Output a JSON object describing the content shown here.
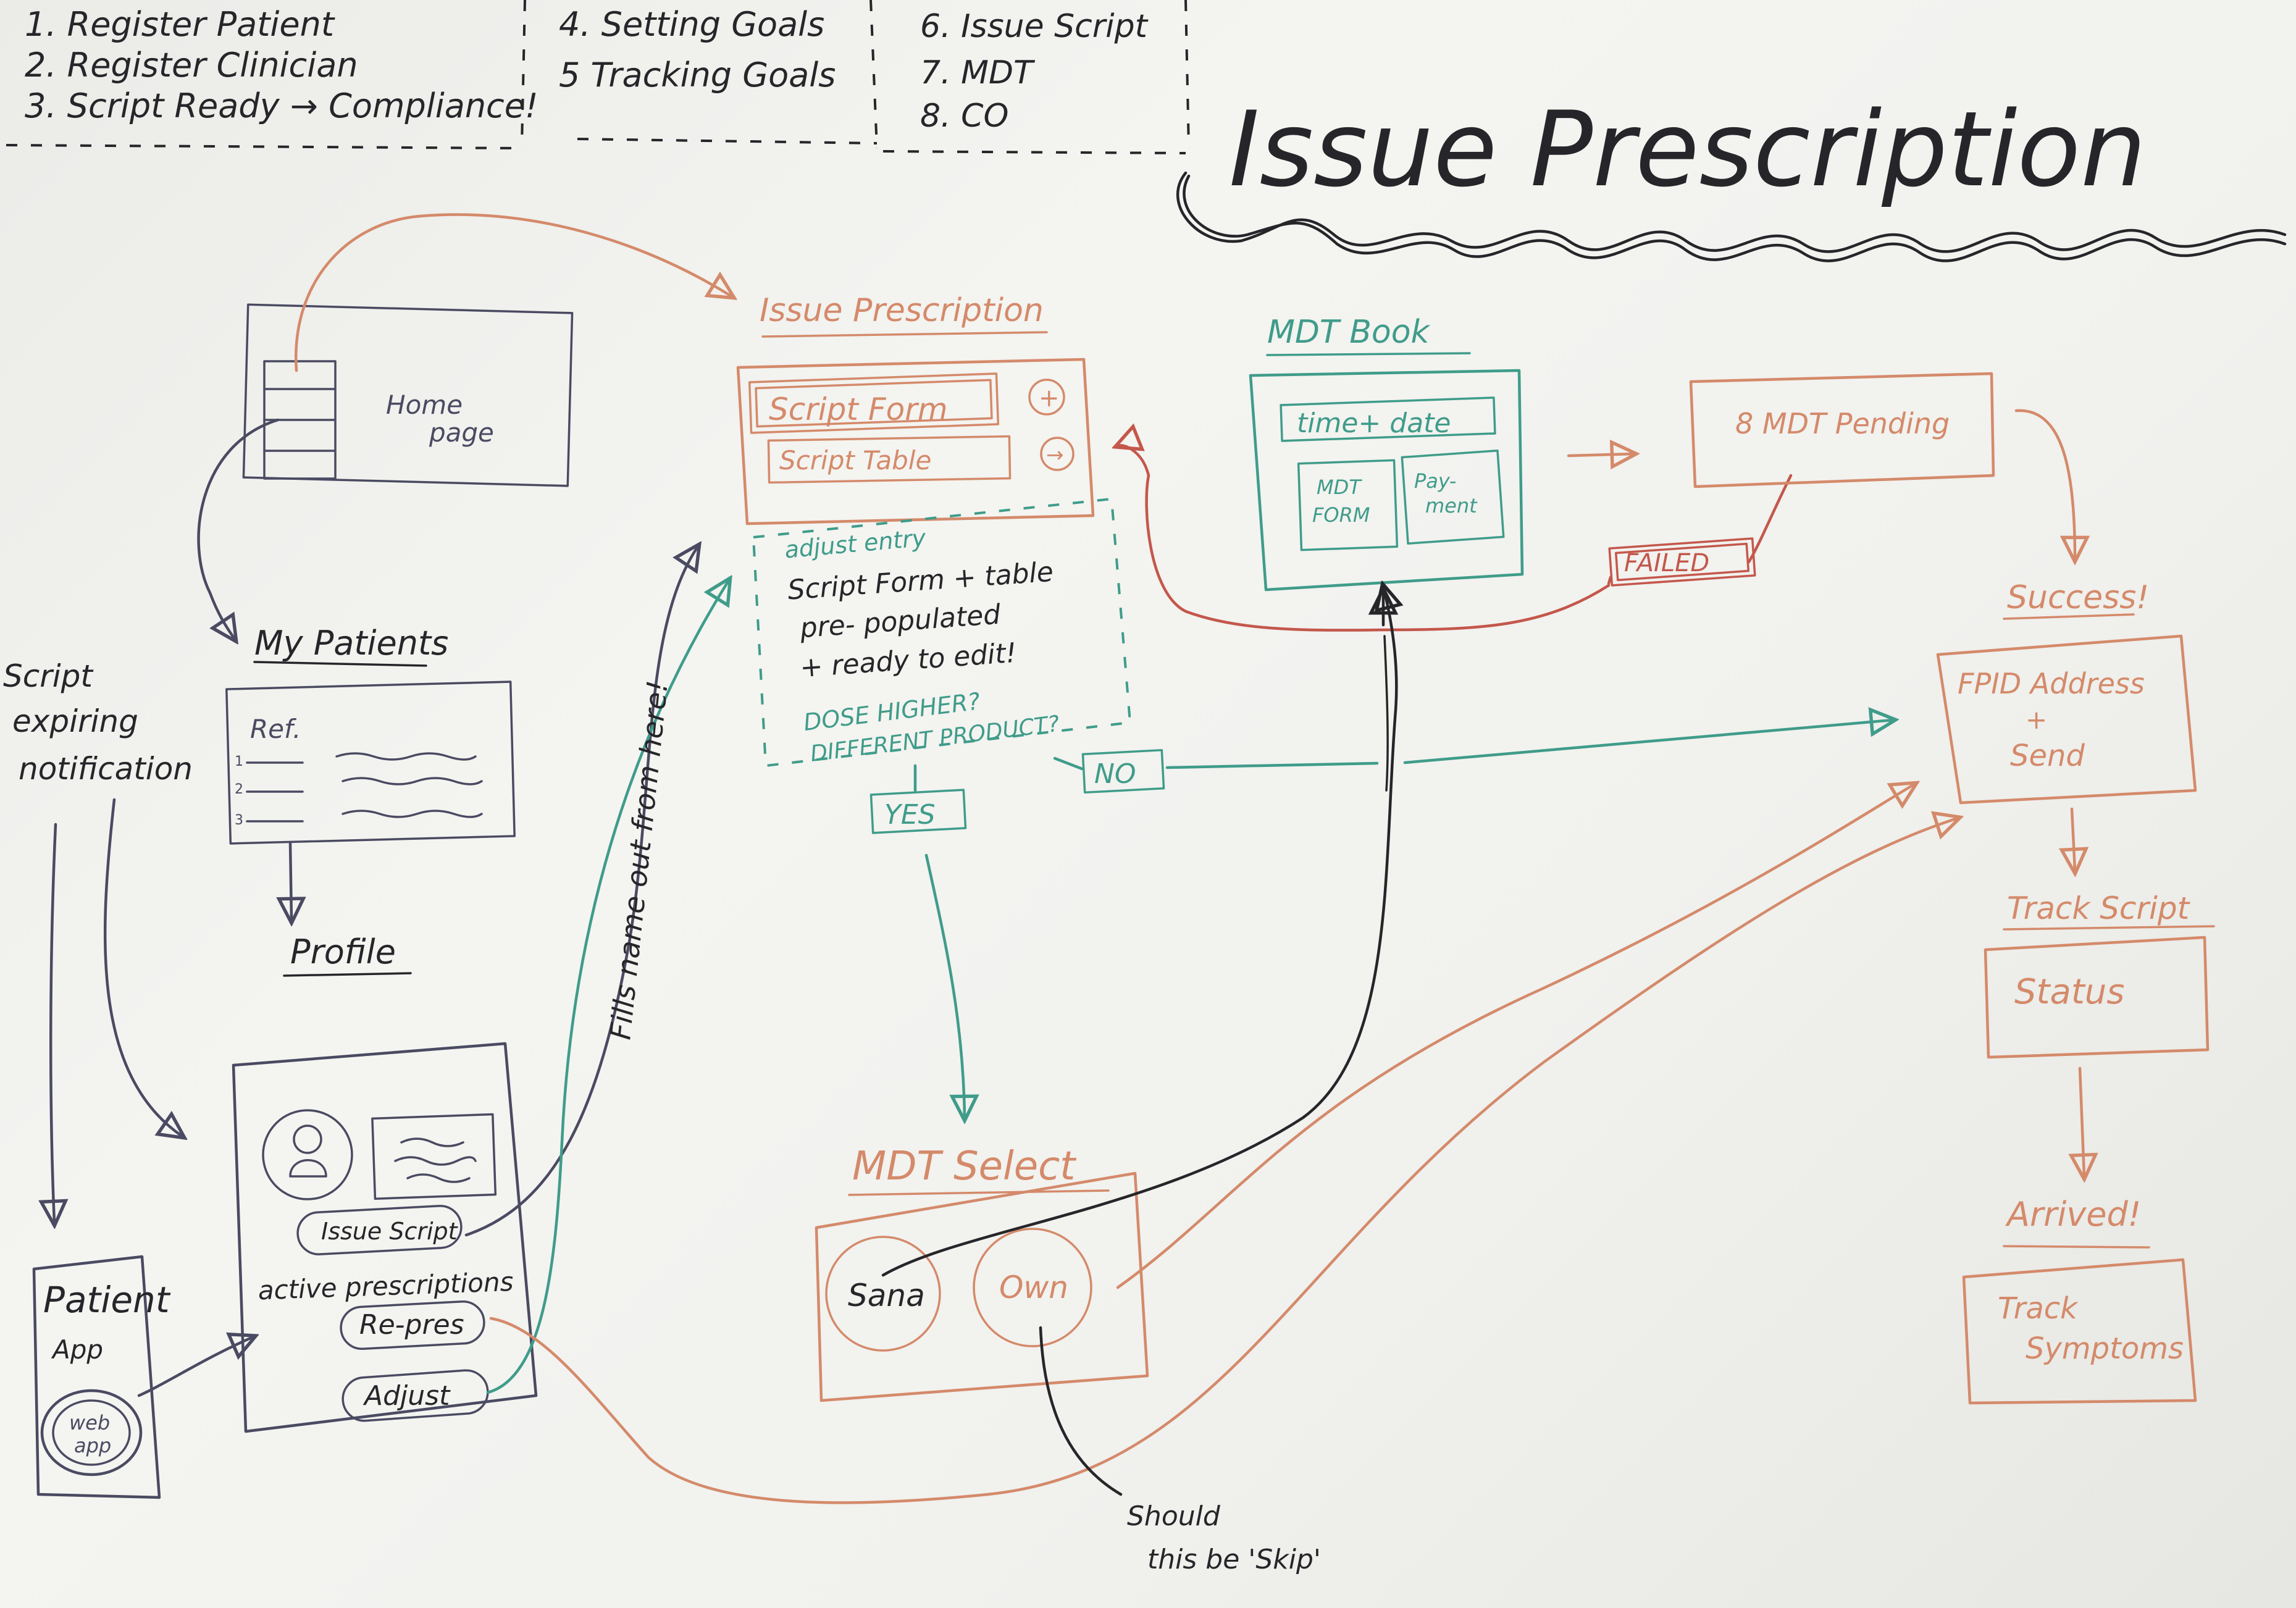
{
  "legend": {
    "col1": [
      "1. Register Patient",
      "2. Register Clinician",
      "3. Script Ready → Compliance!"
    ],
    "col2": [
      "4. Setting Goals",
      "5  Tracking Goals"
    ],
    "col3": [
      "6. Issue Script",
      "7. MDT",
      "8. CO"
    ]
  },
  "page_title": "Issue Prescription",
  "home": {
    "label_1": "Home",
    "label_2": "page"
  },
  "my_patients": {
    "title": "My Patients",
    "ref": "Ref.",
    "rows": [
      "1",
      "2",
      "3"
    ]
  },
  "profile": "Profile",
  "script_notification": [
    "Script",
    "expiring",
    "notification"
  ],
  "patient_app": {
    "label_1": "Patient",
    "label_2": "App",
    "badge_1": "web",
    "badge_2": "app"
  },
  "patient_profile": {
    "issue_script": "Issue Script",
    "active_title": "active prescriptions",
    "re_pres": "Re-pres",
    "adjust": "Adjust"
  },
  "fills_name": "Fills name out from here!",
  "issue_prescription": {
    "title": "Issue Prescription",
    "script_form": "Script  Form",
    "script_table": "Script  Table",
    "plus": "+",
    "arrow": "→"
  },
  "adjust_entry": {
    "heading": "adjust entry",
    "lines": [
      "Script Form + table",
      "pre- populated",
      "+ ready to edit!"
    ],
    "question_1": "DOSE HIGHER?",
    "question_2": "DIFFERENT PRODUCT?"
  },
  "yes": "YES",
  "no": "NO",
  "mdt_book": {
    "title": "MDT Book",
    "time_date": "time+ date",
    "mdt_form_1": "MDT",
    "mdt_form_2": "FORM",
    "payment_1": "Pay-",
    "payment_2": "ment"
  },
  "mdt_pending": "8  MDT Pending",
  "failed": "FAILED",
  "success": "Success!",
  "fpid": {
    "line1": "FPID Address",
    "plus": "+",
    "line2": "Send"
  },
  "track_script": {
    "title": "Track Script",
    "status": "Status"
  },
  "arrived": {
    "title": "Arrived!",
    "line1": "Track",
    "line2": "Symptoms"
  },
  "mdt_select": {
    "title": "MDT Select",
    "sana": "Sana",
    "own": "Own"
  },
  "note": {
    "line1": "Should",
    "line2": "this be 'Skip'"
  },
  "colors": {
    "black": "#26262a",
    "orange": "#d48a6a",
    "teal": "#3f9c8a",
    "red": "#c4574b",
    "navy": "#4a4a62"
  }
}
